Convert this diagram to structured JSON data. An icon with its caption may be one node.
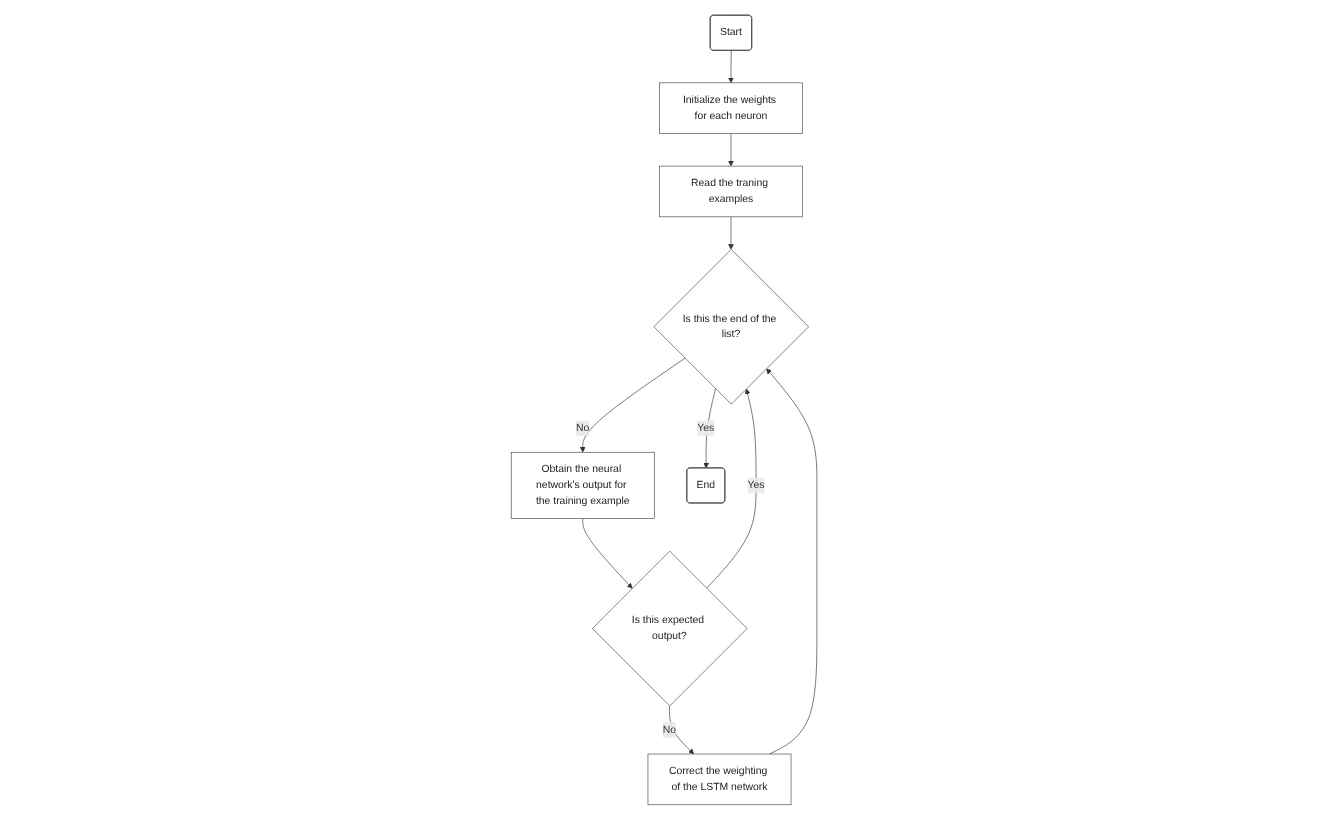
{
  "diagram": {
    "nodes": [
      {
        "text": [
          "Start"
        ]
      },
      {
        "text": [
          "Initialize the weights for each neuron"
        ]
      },
      {
        "text": [
          "Read the traning examples"
        ]
      },
      {
        "text": [
          "Is this the end of the list?"
        ]
      },
      {
        "text": [
          "Obtain the neural network's output for the training example"
        ]
      },
      {
        "text": [
          "Is this expected output?"
        ]
      },
      {
        "text": [
          "Correct the weighting of the LSTM network"
        ]
      },
      {
        "text": [
          "End"
        ]
      }
    ],
    "edges": [
      {
        "from": 0,
        "to": 1,
        "arrow": "to"
      },
      {
        "from": 1,
        "to": 2,
        "arrow": "to"
      },
      {
        "from": 2,
        "to": 3,
        "arrow": "to"
      },
      {
        "from": 3,
        "to": 4,
        "arrow": "to",
        "label": "No"
      },
      {
        "from": 3,
        "to": 7,
        "arrow": "to",
        "label": "Yes"
      },
      {
        "from": 4,
        "to": 5,
        "arrow": "to"
      },
      {
        "from": 5,
        "to": 6,
        "arrow": "to",
        "label": "No"
      },
      {
        "from": 5,
        "to": 3,
        "arrow": "to",
        "label": "Yes"
      },
      {
        "from": 6,
        "to": 3,
        "arrow": "to"
      }
    ]
  }
}
